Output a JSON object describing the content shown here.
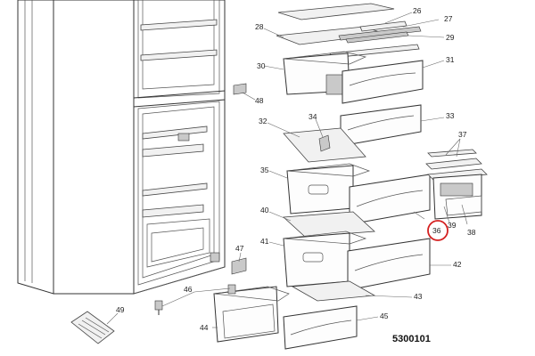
{
  "diagram": {
    "callouts": [
      {
        "id": "26",
        "label": "26"
      },
      {
        "id": "27",
        "label": "27"
      },
      {
        "id": "28",
        "label": "28"
      },
      {
        "id": "29",
        "label": "29"
      },
      {
        "id": "30",
        "label": "30"
      },
      {
        "id": "31",
        "label": "31"
      },
      {
        "id": "32",
        "label": "32"
      },
      {
        "id": "33",
        "label": "33"
      },
      {
        "id": "34",
        "label": "34"
      },
      {
        "id": "35",
        "label": "35"
      },
      {
        "id": "36",
        "label": "36"
      },
      {
        "id": "37",
        "label": "37"
      },
      {
        "id": "38",
        "label": "38"
      },
      {
        "id": "39",
        "label": "39"
      },
      {
        "id": "40",
        "label": "40"
      },
      {
        "id": "41",
        "label": "41"
      },
      {
        "id": "42",
        "label": "42"
      },
      {
        "id": "43",
        "label": "43"
      },
      {
        "id": "44",
        "label": "44"
      },
      {
        "id": "45",
        "label": "45"
      },
      {
        "id": "46",
        "label": "46"
      },
      {
        "id": "47",
        "label": "47"
      },
      {
        "id": "48",
        "label": "48"
      },
      {
        "id": "49",
        "label": "49"
      }
    ],
    "highlighted_part": "36",
    "highlight_color": "#d42020",
    "document_number": "5300101"
  }
}
